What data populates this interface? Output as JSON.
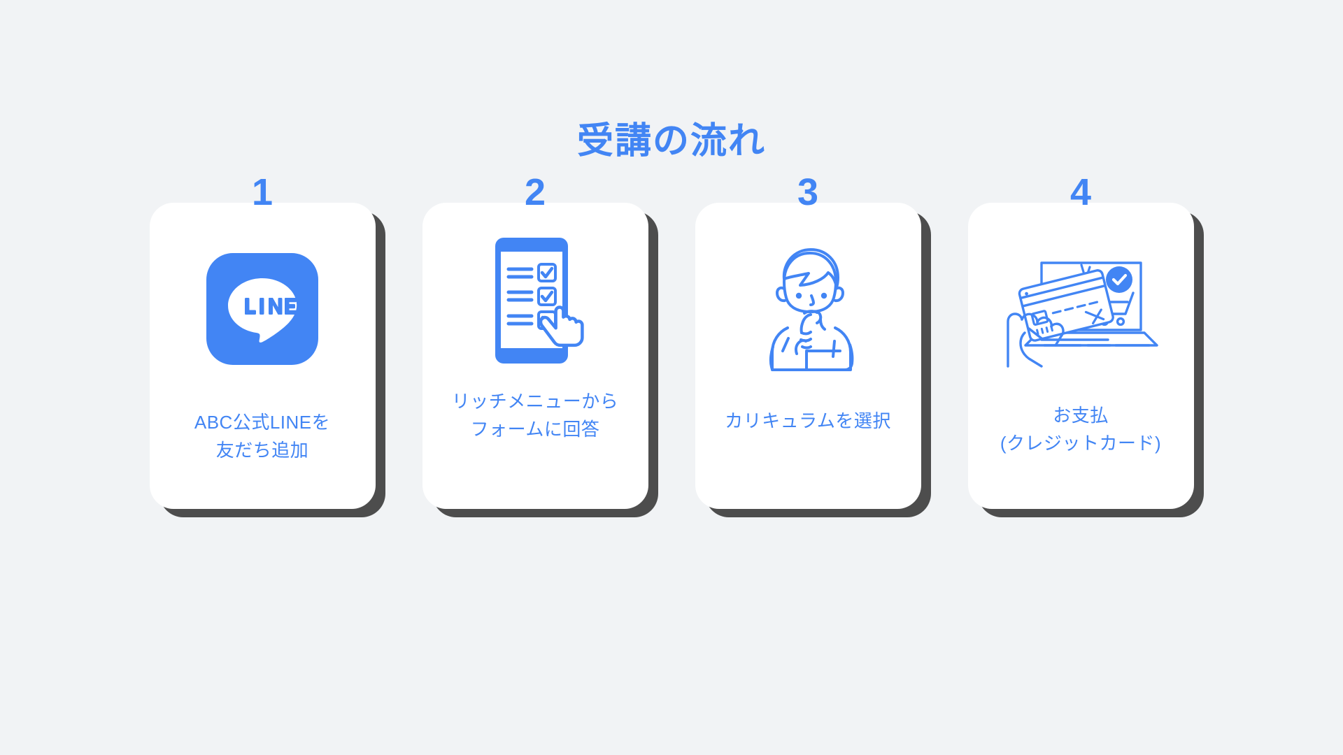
{
  "page": {
    "background_color": "#f1f3f5",
    "accent_color": "#4285f4",
    "shadow_color": "#4d4d4d",
    "card_color": "#ffffff"
  },
  "header": {
    "title": "受講の流れ"
  },
  "steps": [
    {
      "number": "1",
      "icon": "line-app-logo-icon",
      "label": "ABC公式LINEを\n友だち追加",
      "logo_text": "LINE"
    },
    {
      "number": "2",
      "icon": "smartphone-form-checklist-tap-icon",
      "label": "リッチメニューから\nフォームに回答"
    },
    {
      "number": "3",
      "icon": "person-thinking-icon",
      "label": "カリキュラムを選択"
    },
    {
      "number": "4",
      "icon": "laptop-credit-card-payment-icon",
      "label": "お支払\n(クレジットカード)"
    }
  ]
}
